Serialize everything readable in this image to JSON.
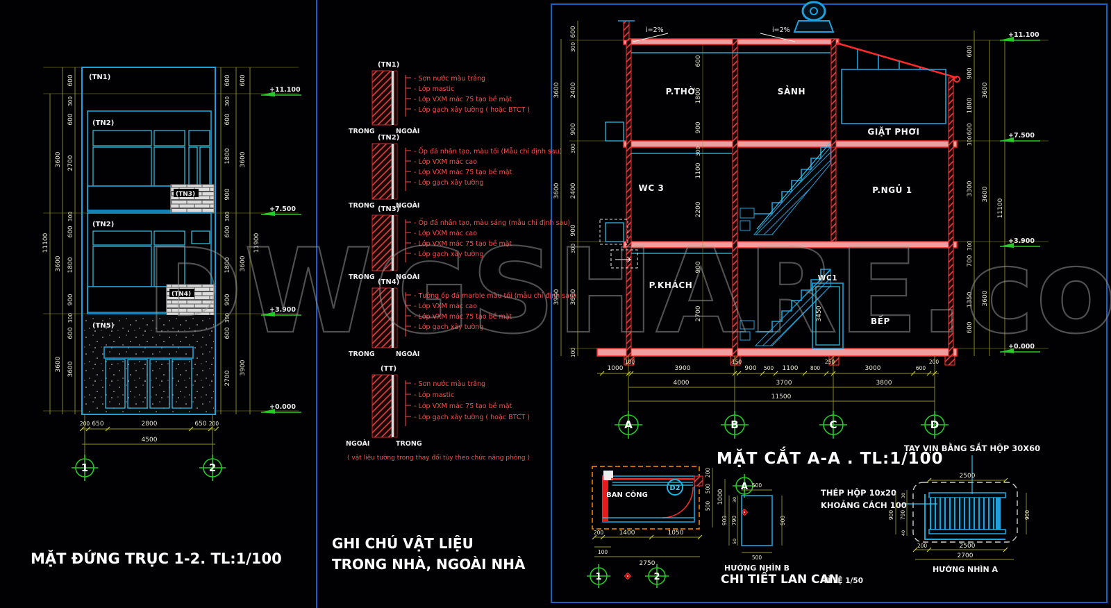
{
  "watermark": "DWGSHARE.com",
  "colors": {
    "cyan": "#1da2dc",
    "bright_cyan": "#35c8f0",
    "red": "#ff2a2a",
    "salmon": "#ef9f9f",
    "dim_yellow": "#97971c",
    "green": "#22cc22",
    "orange": "#ff8c00",
    "note_red": "#ff4b4b"
  },
  "elevation": {
    "title": "MẶT ĐỨNG TRỤC 1-2. TL:1/100",
    "tags": {
      "tn1": "(TN1)",
      "tn2_f3": "(TN2)",
      "tn3": "(TN3)",
      "tn2_f2": "(TN2)",
      "tn4": "(TN4)",
      "tn5": "(TN5)"
    },
    "axes": [
      "1",
      "2"
    ],
    "levels": [
      "+11.100",
      "+7.500",
      "+3.900",
      "+0.000"
    ],
    "dims": {
      "left_inner": [
        "600",
        "300",
        "600",
        "2700",
        "300",
        "600",
        "1800",
        "900",
        "300",
        "600",
        "3600"
      ],
      "left_floors": [
        "3600",
        "3600",
        "3600"
      ],
      "left_total": "11100",
      "right_inner": [
        "600",
        "300",
        "600",
        "1800",
        "900",
        "300",
        "600",
        "1800",
        "900",
        "300",
        "600",
        "2700"
      ],
      "right_col": [
        "600",
        "3600",
        "3600",
        "3900"
      ],
      "right_total": "11900",
      "bottom": [
        "200",
        "650",
        "2800",
        "650",
        "200"
      ],
      "bottom_total": "4500"
    }
  },
  "materials": {
    "title_line1": "GHI CHÚ VẬT LIỆU",
    "title_line2": "TRONG NHÀ, NGOÀI NHÀ",
    "footnote": "( vật liệu tường trong thay đổi tùy theo chức năng phòng )",
    "sections": [
      {
        "tag": "(TN1)",
        "left": "TRONG",
        "right": "NGOÀI",
        "notes": [
          "- Sơn nước màu trắng",
          "- Lớp mastic",
          "- Lớp VXM mác 75 tạo bề mặt",
          "- Lớp gạch xây tường ( hoặc BTCT )"
        ]
      },
      {
        "tag": "(TN2)",
        "left": "TRONG",
        "right": "NGOÀI",
        "notes": [
          "- Ốp đá nhân tạo, màu tối (Mẫu chỉ định sau)",
          "- Lớp VXM mác cao",
          "- Lớp VXM mác 75 tạo bề mặt",
          "- Lớp gạch xây tường"
        ]
      },
      {
        "tag": "(TN3)",
        "left": "TRONG",
        "right": "NGOÀI",
        "notes": [
          "- Ốp đá nhân tạo, màu sáng (mẫu chỉ định sau)",
          "- Lớp VXM mác cao",
          "- Lớp VXM mác 75 tạo bề mặt",
          "- Lớp gạch xây tường"
        ]
      },
      {
        "tag": "(TN4)",
        "left": "TRONG",
        "right": "NGOÀI",
        "notes": [
          "- Tường ốp đá marble màu tối (mẫu chỉ định sau)",
          "- Lớp VXM mác cao",
          "- Lớp VXM mác 75 tạo bề mặt",
          "- Lớp gạch xây tường"
        ]
      },
      {
        "tag": "(TT)",
        "left": "NGOÀI",
        "right": "TRONG",
        "notes": [
          "- Sơn nước màu trắng",
          "- Lớp mastic",
          "- Lớp VXM mác 75 tạo bề mặt",
          "- Lớp gạch xây tường ( hoặc BTCT )"
        ]
      }
    ]
  },
  "section": {
    "title": "MẶT CẮT A-A . TL:1/100",
    "axes": [
      "A",
      "B",
      "C",
      "D"
    ],
    "levels": [
      "+11.100",
      "+7.500",
      "+3.900",
      "+0.000"
    ],
    "slope": "i=2%",
    "rooms": [
      "P.THỜ",
      "SẢNH",
      "GIẶT PHƠI",
      "WC 3",
      "P.NGỦ 1",
      "P.KHÁCH",
      "WC1",
      "BẾP"
    ],
    "dims": {
      "bottom_row1": [
        "1000",
        "100",
        "3900",
        "150",
        "900",
        "500",
        "1100",
        "800",
        "250",
        "3000",
        "600",
        "200"
      ],
      "bottom_row2": [
        "4000",
        "3700",
        "3800"
      ],
      "bottom_total": "11500",
      "left_inner": [
        "600",
        "300",
        "2400",
        "900",
        "300",
        "2400",
        "900",
        "300",
        "3600",
        "100"
      ],
      "left_floors": [
        "3600",
        "3600",
        "3900"
      ],
      "inner_col1": [
        "600",
        "1800",
        "900"
      ],
      "inner_col2": [
        "300",
        "1100",
        "2200"
      ],
      "inner_col3": [
        "900",
        "2700"
      ],
      "wc1_height": "3450",
      "right_inner": [
        "600",
        "900",
        "1800",
        "600",
        "300",
        "3300",
        "300",
        "700",
        "1350",
        "600"
      ],
      "right_floors": [
        "3600",
        "3600",
        "3600"
      ],
      "right_total": "11100"
    }
  },
  "balcony": {
    "label": "BAN CÔNG",
    "tag": "D2",
    "axes": [
      "1",
      "2",
      "A"
    ],
    "dims_bottom": [
      "200",
      "1400",
      "1050",
      "100",
      "2750"
    ],
    "dims_right": [
      "200",
      "500",
      "500",
      "1000"
    ]
  },
  "view_b": {
    "label": "HƯỚNG NHÌN B",
    "dims": [
      "500",
      "900",
      "30",
      "790",
      "50",
      "900",
      "500"
    ]
  },
  "railing": {
    "callout_top": "TAY VỊN BẰNG SẮT HỘP 30X60",
    "callout_left1": "THÉP HỘP 10x20",
    "callout_left2": "KHOẢNG CÁCH 100",
    "label": "HƯỚNG NHÌN A",
    "title": "CHI TIẾT LAN CAN",
    "scale": "TỈ LỆ 1/50",
    "dims": [
      "2500",
      "30",
      "790",
      "40",
      "900",
      "900",
      "200",
      "2500",
      "2700"
    ]
  }
}
